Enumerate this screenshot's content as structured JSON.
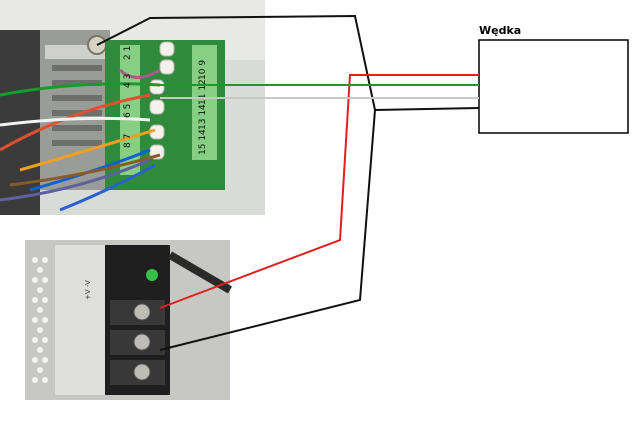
{
  "diagram": {
    "box_label": "Wędka",
    "terminal_numbers": [
      [
        "2",
        "1"
      ],
      [
        "4",
        "3"
      ],
      [
        "6",
        "5"
      ],
      [
        "8",
        "7"
      ]
    ],
    "terminal_numbers_right": [
      [
        "10",
        "9"
      ],
      [
        "11",
        "12"
      ],
      [
        "13",
        "14"
      ],
      [
        "15",
        "14"
      ]
    ],
    "psu_text": "+V -V"
  },
  "colors": {
    "red_wire": "#e02020",
    "black_wire": "#111111",
    "green_wire": "#1a9a2a",
    "white_wire": "#c8c8c8",
    "pcb": "#2f8a3c",
    "connector_block": "#7cc47a"
  }
}
